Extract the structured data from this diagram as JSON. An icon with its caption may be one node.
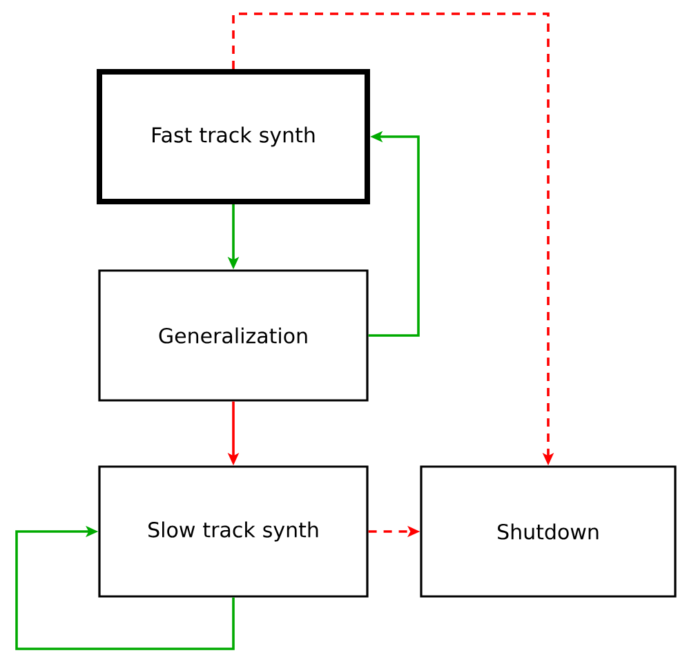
{
  "diagram": {
    "nodes": [
      {
        "text": [
          "Fast track synth"
        ]
      },
      {
        "text": [
          "Generalization"
        ]
      },
      {
        "text": [
          "Slow track synth"
        ]
      },
      {
        "text": [
          "Shutdown"
        ]
      }
    ],
    "edges": [
      {
        "from": 0,
        "to": 1,
        "arrow": "to",
        "color": "#00aa00"
      },
      {
        "from": 1,
        "to": 0,
        "arrow": "to",
        "color": "#00aa00"
      },
      {
        "from": 1,
        "to": 2,
        "arrow": "to",
        "color": "#ff0000"
      },
      {
        "from": 2,
        "to": 2,
        "arrow": "to",
        "color": "#00aa00"
      },
      {
        "from": 2,
        "to": 3,
        "arrow": "to",
        "style": "dashed",
        "color": "#ff0000"
      },
      {
        "from": 0,
        "to": 3,
        "arrow": "to",
        "style": "dashed",
        "color": "#ff0000"
      }
    ]
  }
}
